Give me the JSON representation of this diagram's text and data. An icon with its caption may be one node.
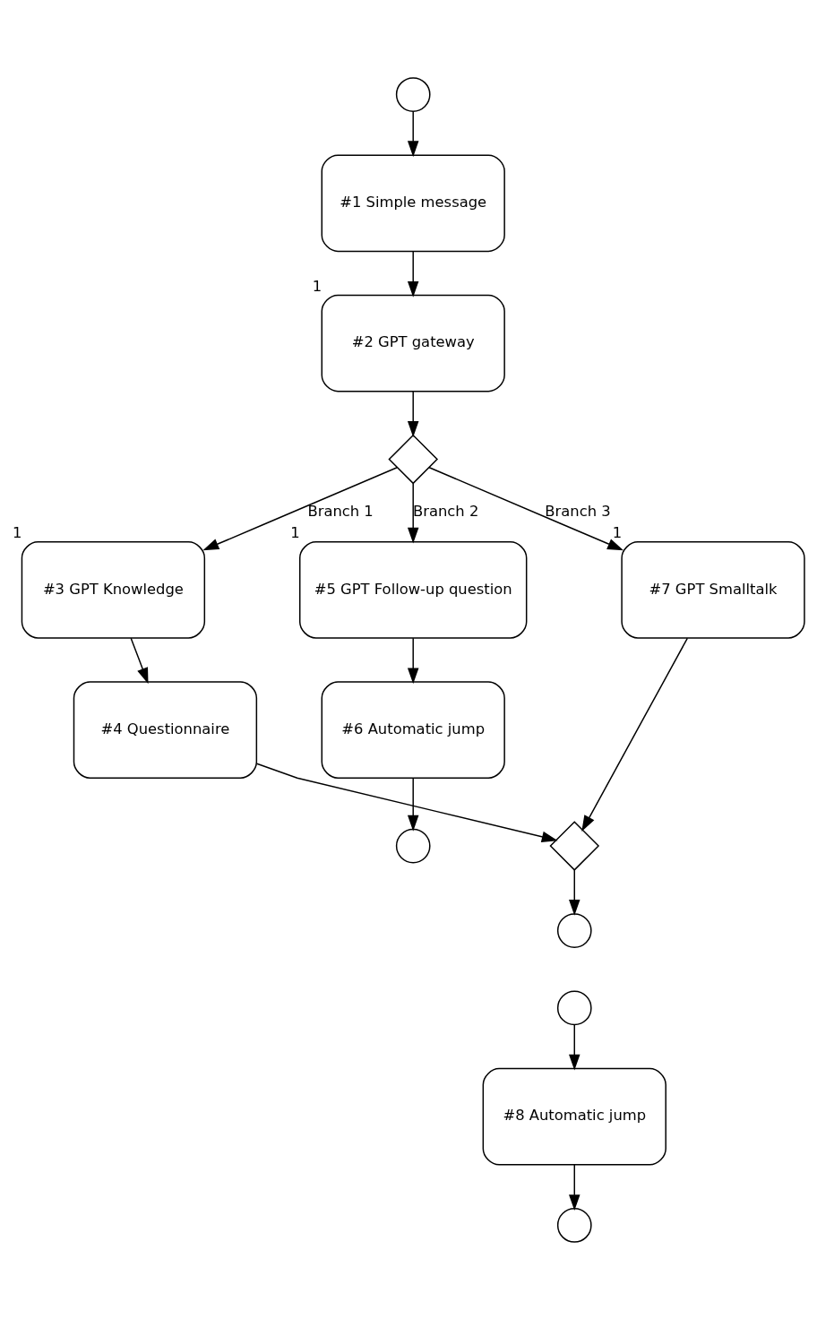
{
  "diagram": {
    "nodes": [
      {
        "text": [],
        "shape": "circle"
      },
      {
        "text": [
          "#1 Simple message"
        ]
      },
      {
        "text": [
          "#2 GPT gateway"
        ],
        "beside": [
          "1"
        ]
      },
      {
        "text": [],
        "shape": "diamond"
      },
      {
        "text": [
          "#3 GPT Knowledge"
        ],
        "beside": [
          "1"
        ]
      },
      {
        "text": [
          "#5 GPT Follow-up question"
        ],
        "beside": [
          "1"
        ]
      },
      {
        "text": [
          "#7 GPT Smalltalk"
        ],
        "beside": [
          "1"
        ]
      },
      {
        "text": [
          "#4 Questionnaire"
        ]
      },
      {
        "text": [
          "#6 Automatic jump"
        ]
      },
      {
        "text": [],
        "shape": "circle"
      },
      {
        "text": [],
        "shape": "diamond"
      },
      {
        "text": [],
        "shape": "circle"
      },
      {
        "text": [],
        "shape": "circle"
      },
      {
        "text": [
          "#8 Automatic jump"
        ]
      },
      {
        "text": [],
        "shape": "circle"
      }
    ],
    "edges": [
      {
        "from": 0,
        "to": 1,
        "arrow": "to"
      },
      {
        "from": 1,
        "to": 2,
        "arrow": "to"
      },
      {
        "from": 2,
        "to": 3,
        "arrow": "to"
      },
      {
        "from": 3,
        "to": 4,
        "arrow": "to",
        "label": "Branch 1"
      },
      {
        "from": 3,
        "to": 5,
        "arrow": "to",
        "label": "Branch 2"
      },
      {
        "from": 3,
        "to": 6,
        "arrow": "to",
        "label": "Branch 3"
      },
      {
        "from": 4,
        "to": 7,
        "arrow": "to"
      },
      {
        "from": 5,
        "to": 8,
        "arrow": "to"
      },
      {
        "from": 8,
        "to": 9,
        "arrow": "to"
      },
      {
        "from": 7,
        "to": 10,
        "arrow": "to"
      },
      {
        "from": 6,
        "to": 10,
        "arrow": "to"
      },
      {
        "from": 10,
        "to": 11,
        "arrow": "to"
      },
      {
        "from": 12,
        "to": 13,
        "arrow": "to"
      },
      {
        "from": 13,
        "to": 14,
        "arrow": "to"
      }
    ]
  }
}
